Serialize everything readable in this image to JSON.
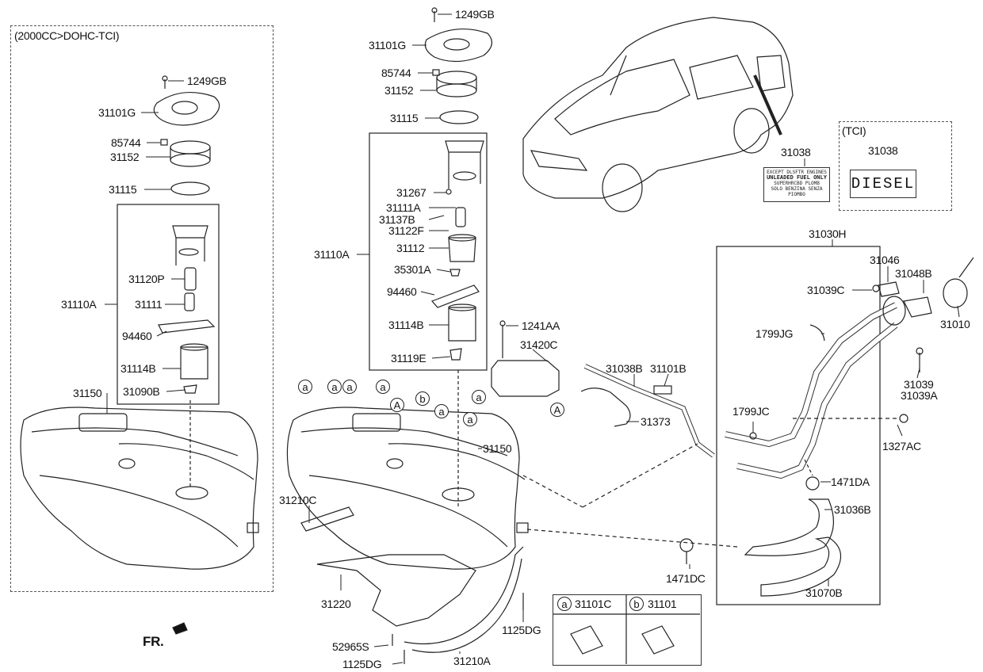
{
  "left_box": {
    "title": "(2000CC>DOHC-TCI)",
    "labels": [
      "1249GB",
      "31101G",
      "85744",
      "31152",
      "31115",
      "31120P",
      "31111",
      "31110A",
      "94460",
      "31114B",
      "31090B",
      "31150"
    ]
  },
  "center_top": {
    "labels": [
      "1249GB",
      "31101G",
      "85744",
      "31152",
      "31115",
      "31267",
      "31111A",
      "31137B",
      "31122F",
      "31112",
      "31110A",
      "35301A",
      "94460",
      "31114B",
      "31119E"
    ]
  },
  "center_tank": {
    "labels": [
      "1241AA",
      "31420C",
      "31038B",
      "31101B",
      "31373",
      "31150",
      "31210C",
      "31220",
      "52965S",
      "1125DG",
      "1125DG",
      "31210A",
      "1471DC"
    ],
    "callouts": [
      "a",
      "a",
      "a",
      "a",
      "b",
      "a",
      "a",
      "a",
      "A",
      "A"
    ]
  },
  "right_section": {
    "labels": [
      "31038",
      "31030H",
      "31046",
      "31039C",
      "31048B",
      "31010",
      "1799JG",
      "31039",
      "31039A",
      "1799JC",
      "1327AC",
      "1471DA",
      "31036B",
      "31070B"
    ],
    "decal_text": [
      "EXCEPT DLSFTR ENGINES",
      "UNLEADED FUEL ONLY",
      "SUPERHRCBD PLOMB",
      "SOLO BENZINA SENZA PIOMBO"
    ]
  },
  "tci_box": {
    "title": "(TCI)",
    "part": "31038",
    "diesel": "DIESEL"
  },
  "legend": {
    "a_symbol": "a",
    "a_part": "31101C",
    "b_symbol": "b",
    "b_part": "31101"
  },
  "front_indicator": "FR."
}
